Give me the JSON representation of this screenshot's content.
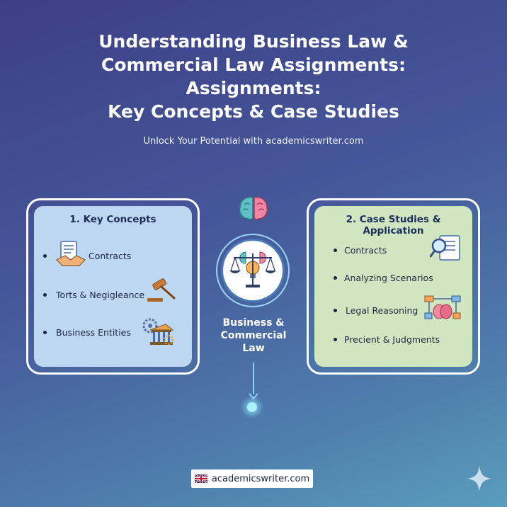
{
  "header": {
    "title_line1": "Understanding Business Law &",
    "title_line2": "Commercial Law Assignments:",
    "title_line3": "Assignments:",
    "title_line4": "Key Concepts & Case Studies",
    "subtitle": "Unlock Your Potential with academicswriter.com"
  },
  "left_panel": {
    "heading": "1. Key Concepts",
    "items": [
      {
        "label": "Contracts",
        "icon": "contract-handshake-icon"
      },
      {
        "label": "Torts & Negigleance",
        "icon": "gavel-icon"
      },
      {
        "label": "Business Entities",
        "icon": "gears-building-icon"
      }
    ]
  },
  "center": {
    "top_icon": "brain-icon",
    "main_icon": "scales-brain-bulb-icon",
    "label_line1": "Business &",
    "label_line2": "Commercial",
    "label_line3": "Law"
  },
  "right_panel": {
    "heading": "2. Case Studies & Application",
    "items": [
      {
        "label": "Contracts",
        "icon": "document-magnifier-icon"
      },
      {
        "label": "Analyzing Scenarios",
        "icon": ""
      },
      {
        "label": "Legal Reasoning",
        "icon": "flowchart-brain-icon"
      },
      {
        "label": "Precient & Judgments",
        "icon": ""
      }
    ]
  },
  "footer": {
    "brand": "academicswriter.com",
    "flag_icon": "uk-flag-icon"
  },
  "decor": {
    "sparkle_icon": "sparkle-icon"
  },
  "colors": {
    "left_panel_bg": "#bcd7ef",
    "right_panel_bg": "#cfe6c0",
    "accent_line": "#8fd1f4"
  }
}
